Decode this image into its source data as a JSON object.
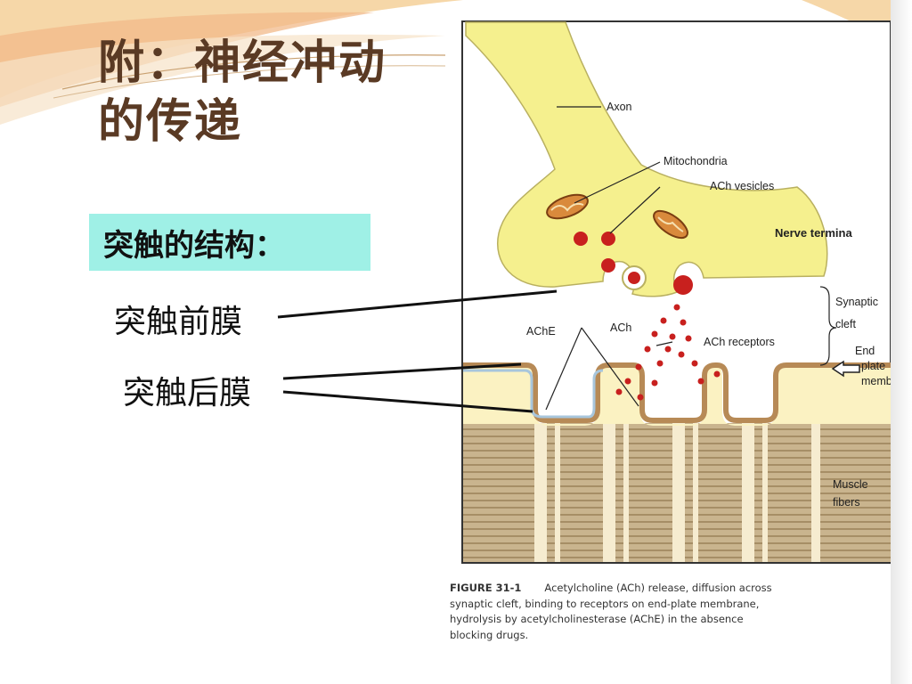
{
  "slide": {
    "title_lines": [
      "附：神经冲动",
      "的传递"
    ],
    "label_box": "突触的结构：",
    "term_presynaptic": "突触前膜",
    "term_postsynaptic": "突触后膜"
  },
  "figure": {
    "labels": {
      "axon": "Axon",
      "mitochondria": "Mitochondria",
      "ach_vesicles": "ACh vesicles",
      "nerve_terminal": "Nerve termina",
      "synaptic_cleft_1": "Synaptic",
      "synaptic_cleft_2": "cleft",
      "ache": "AChE",
      "ach": "ACh",
      "ach_receptors": "ACh receptors",
      "end_plate_1": "End",
      "end_plate_2": "plate",
      "end_plate_3": "memb",
      "muscle_fibers_1": "Muscle",
      "muscle_fibers_2": "fibers"
    },
    "caption": {
      "figure_number": "FIGURE 31-1",
      "line1": "Acetylcholine (ACh) release, diffusion across",
      "line2": "synaptic cleft, binding to receptors on end-plate membrane,",
      "line3": "hydrolysis by acetylcholinesterase (AChE) in the absence",
      "line4": "blocking drugs."
    },
    "colors": {
      "terminal_fill": "#f5f08e",
      "vesicle": "#c8201e",
      "membrane_cream": "#fbf2c2",
      "muscle_stripes": "#b7a07a",
      "caption_text": "#333333"
    }
  },
  "theme": {
    "title_color": "#5a3a24",
    "label_box_color": "#9ff0e6",
    "deco_colors": [
      "#f0c98a",
      "#f4a77a",
      "#e8d4b0"
    ]
  }
}
